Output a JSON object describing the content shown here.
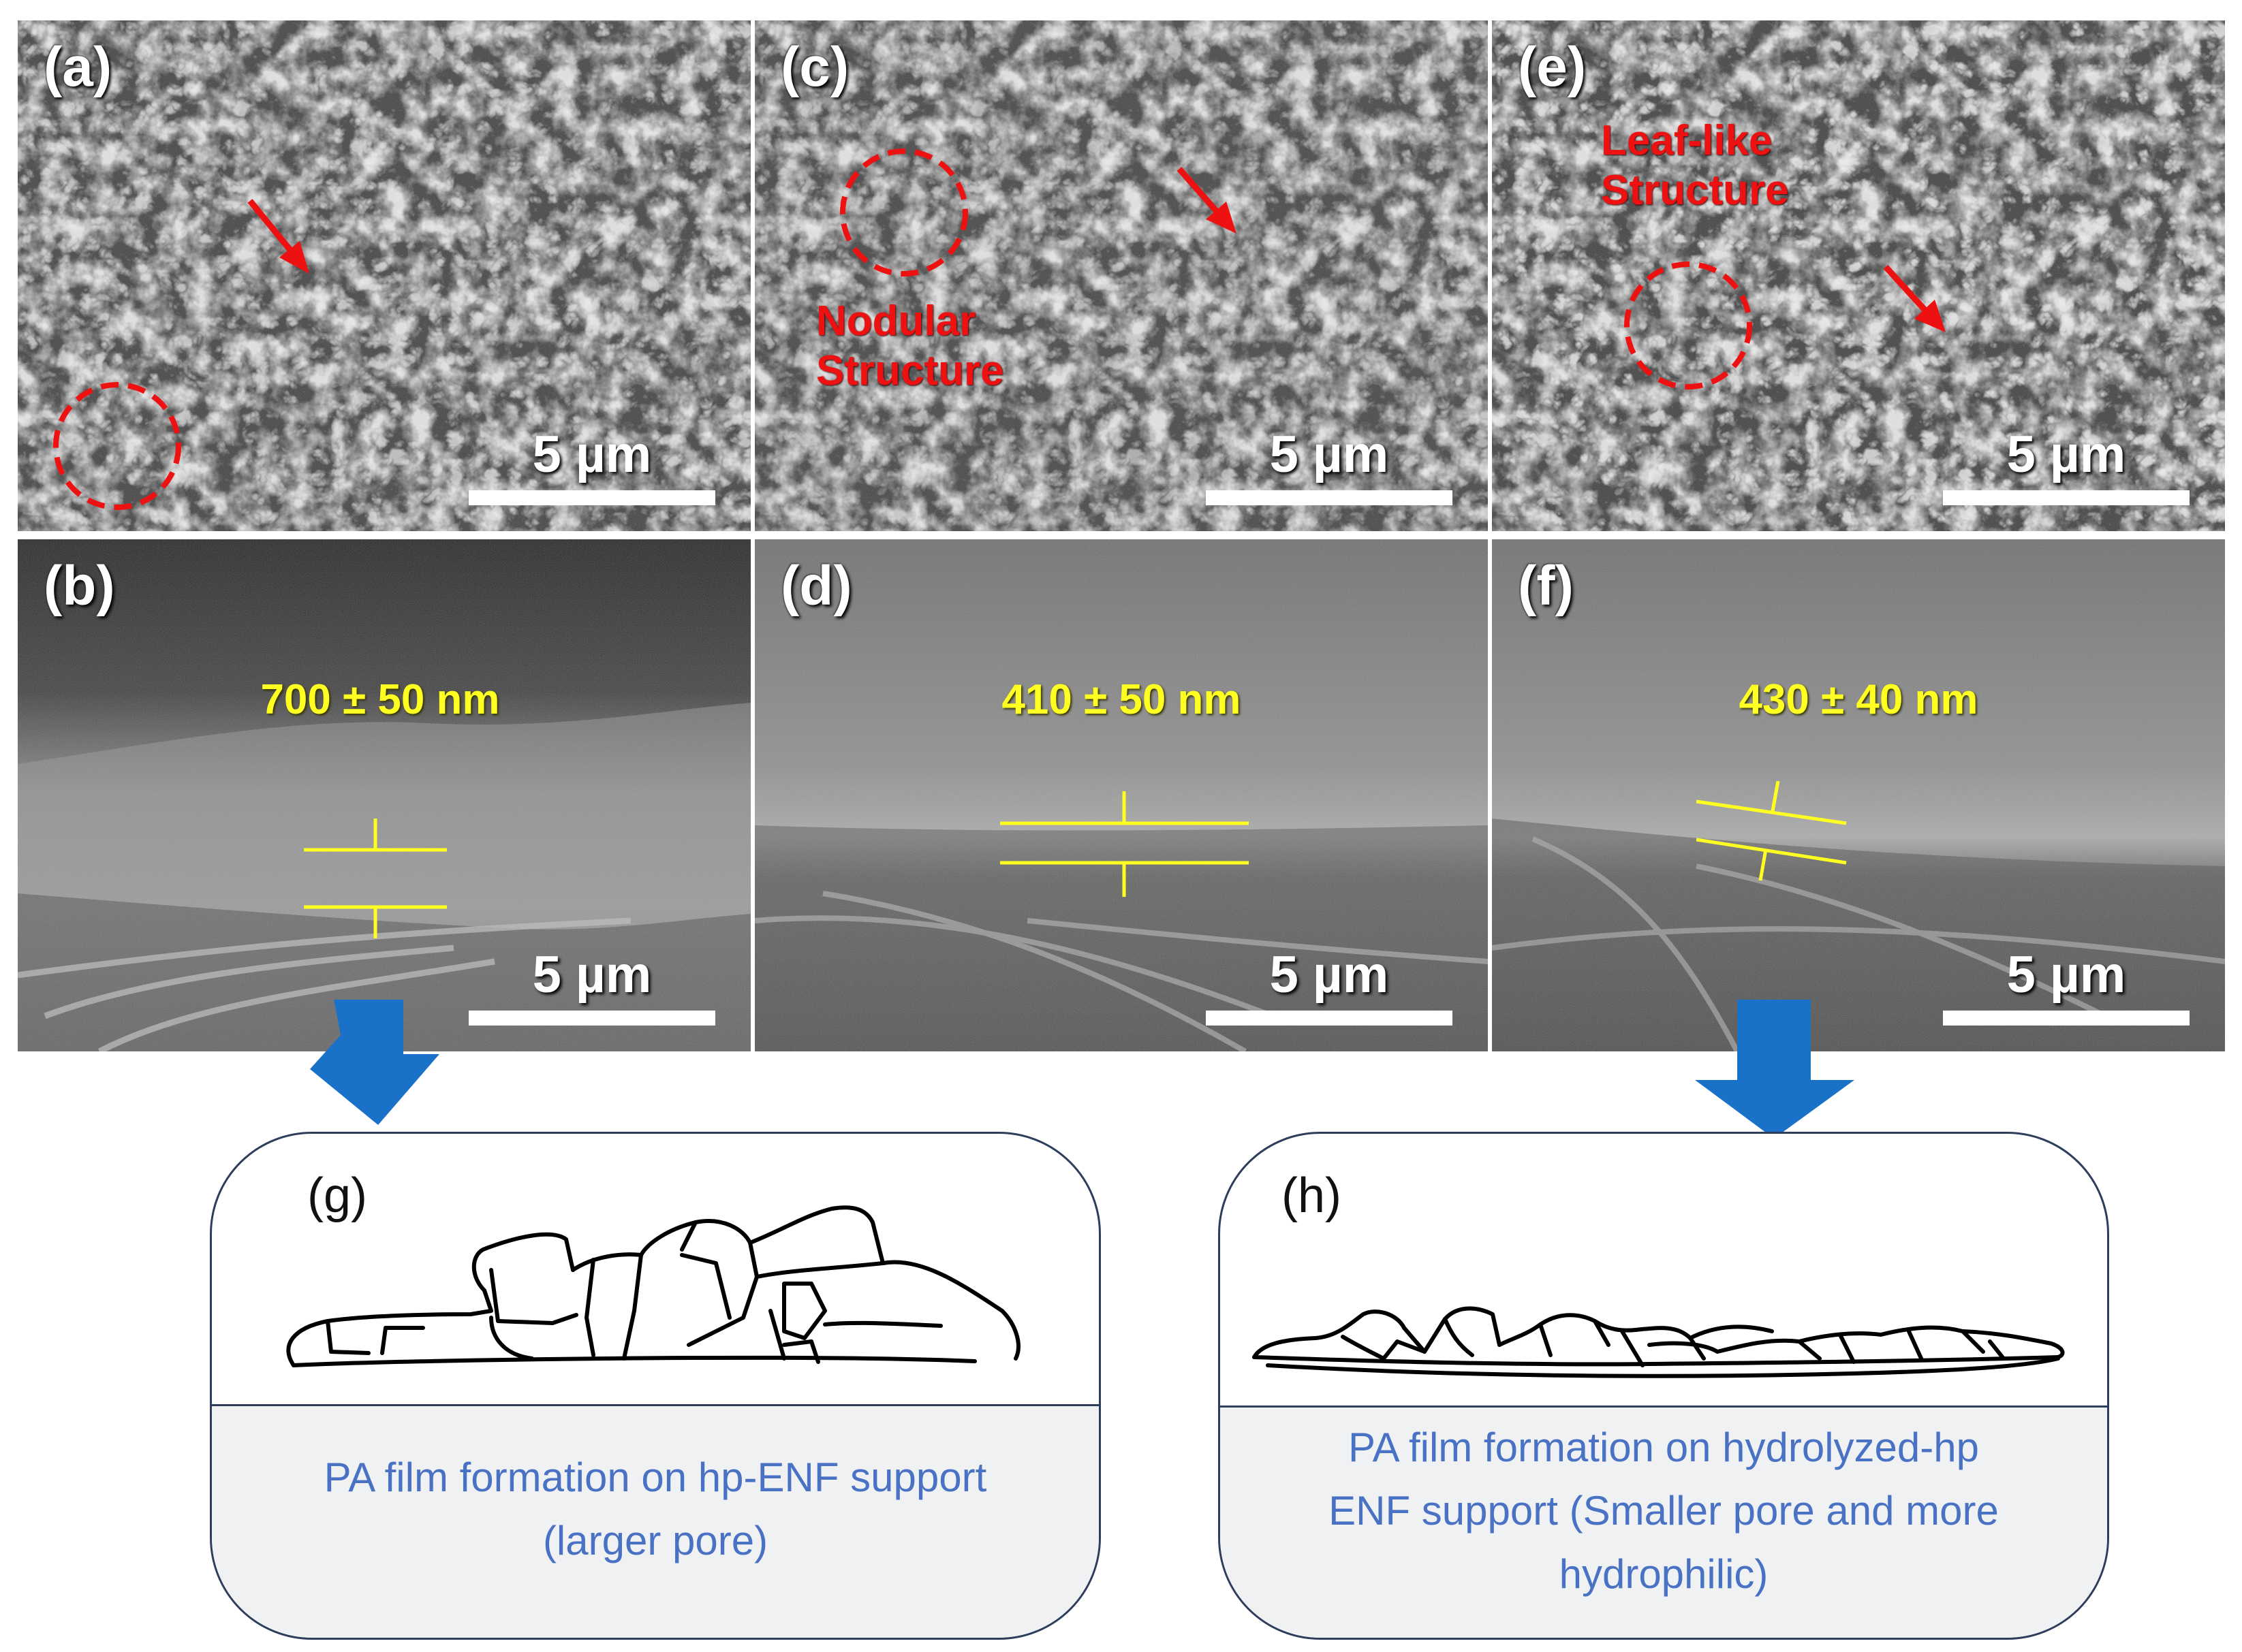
{
  "panels": {
    "a": {
      "label": "(a)",
      "scale": "5 µm"
    },
    "b": {
      "label": "(b)",
      "scale": "5 µm",
      "thickness": "700 ± 50 nm"
    },
    "c": {
      "label": "(c)",
      "scale": "5 µm",
      "annotation_line1": "Nodular",
      "annotation_line2": "Structure"
    },
    "d": {
      "label": "(d)",
      "scale": "5 µm",
      "thickness": "410 ± 50 nm"
    },
    "e": {
      "label": "(e)",
      "scale": "5 µm",
      "annotation_line1": "Leaf-like",
      "annotation_line2": "Structure"
    },
    "f": {
      "label": "(f)",
      "scale": "5 µm",
      "thickness": "430 ± 40 nm"
    }
  },
  "schematics": {
    "g": {
      "label": "(g)",
      "caption_line1": "PA film formation on hp-ENF support",
      "caption_line2": "(larger pore)"
    },
    "h": {
      "label": "(h)",
      "caption_line1": "PA film formation on hydrolyzed-hp",
      "caption_line2": "ENF support (Smaller pore and more",
      "caption_line3": "hydrophilic)"
    }
  },
  "colors": {
    "annotation_red": "#ee1111",
    "thickness_yellow": "#ffff22",
    "arrow_blue": "#1a72c8",
    "caption_blue": "#4a72c4",
    "box_border": "#2e3d5c"
  }
}
